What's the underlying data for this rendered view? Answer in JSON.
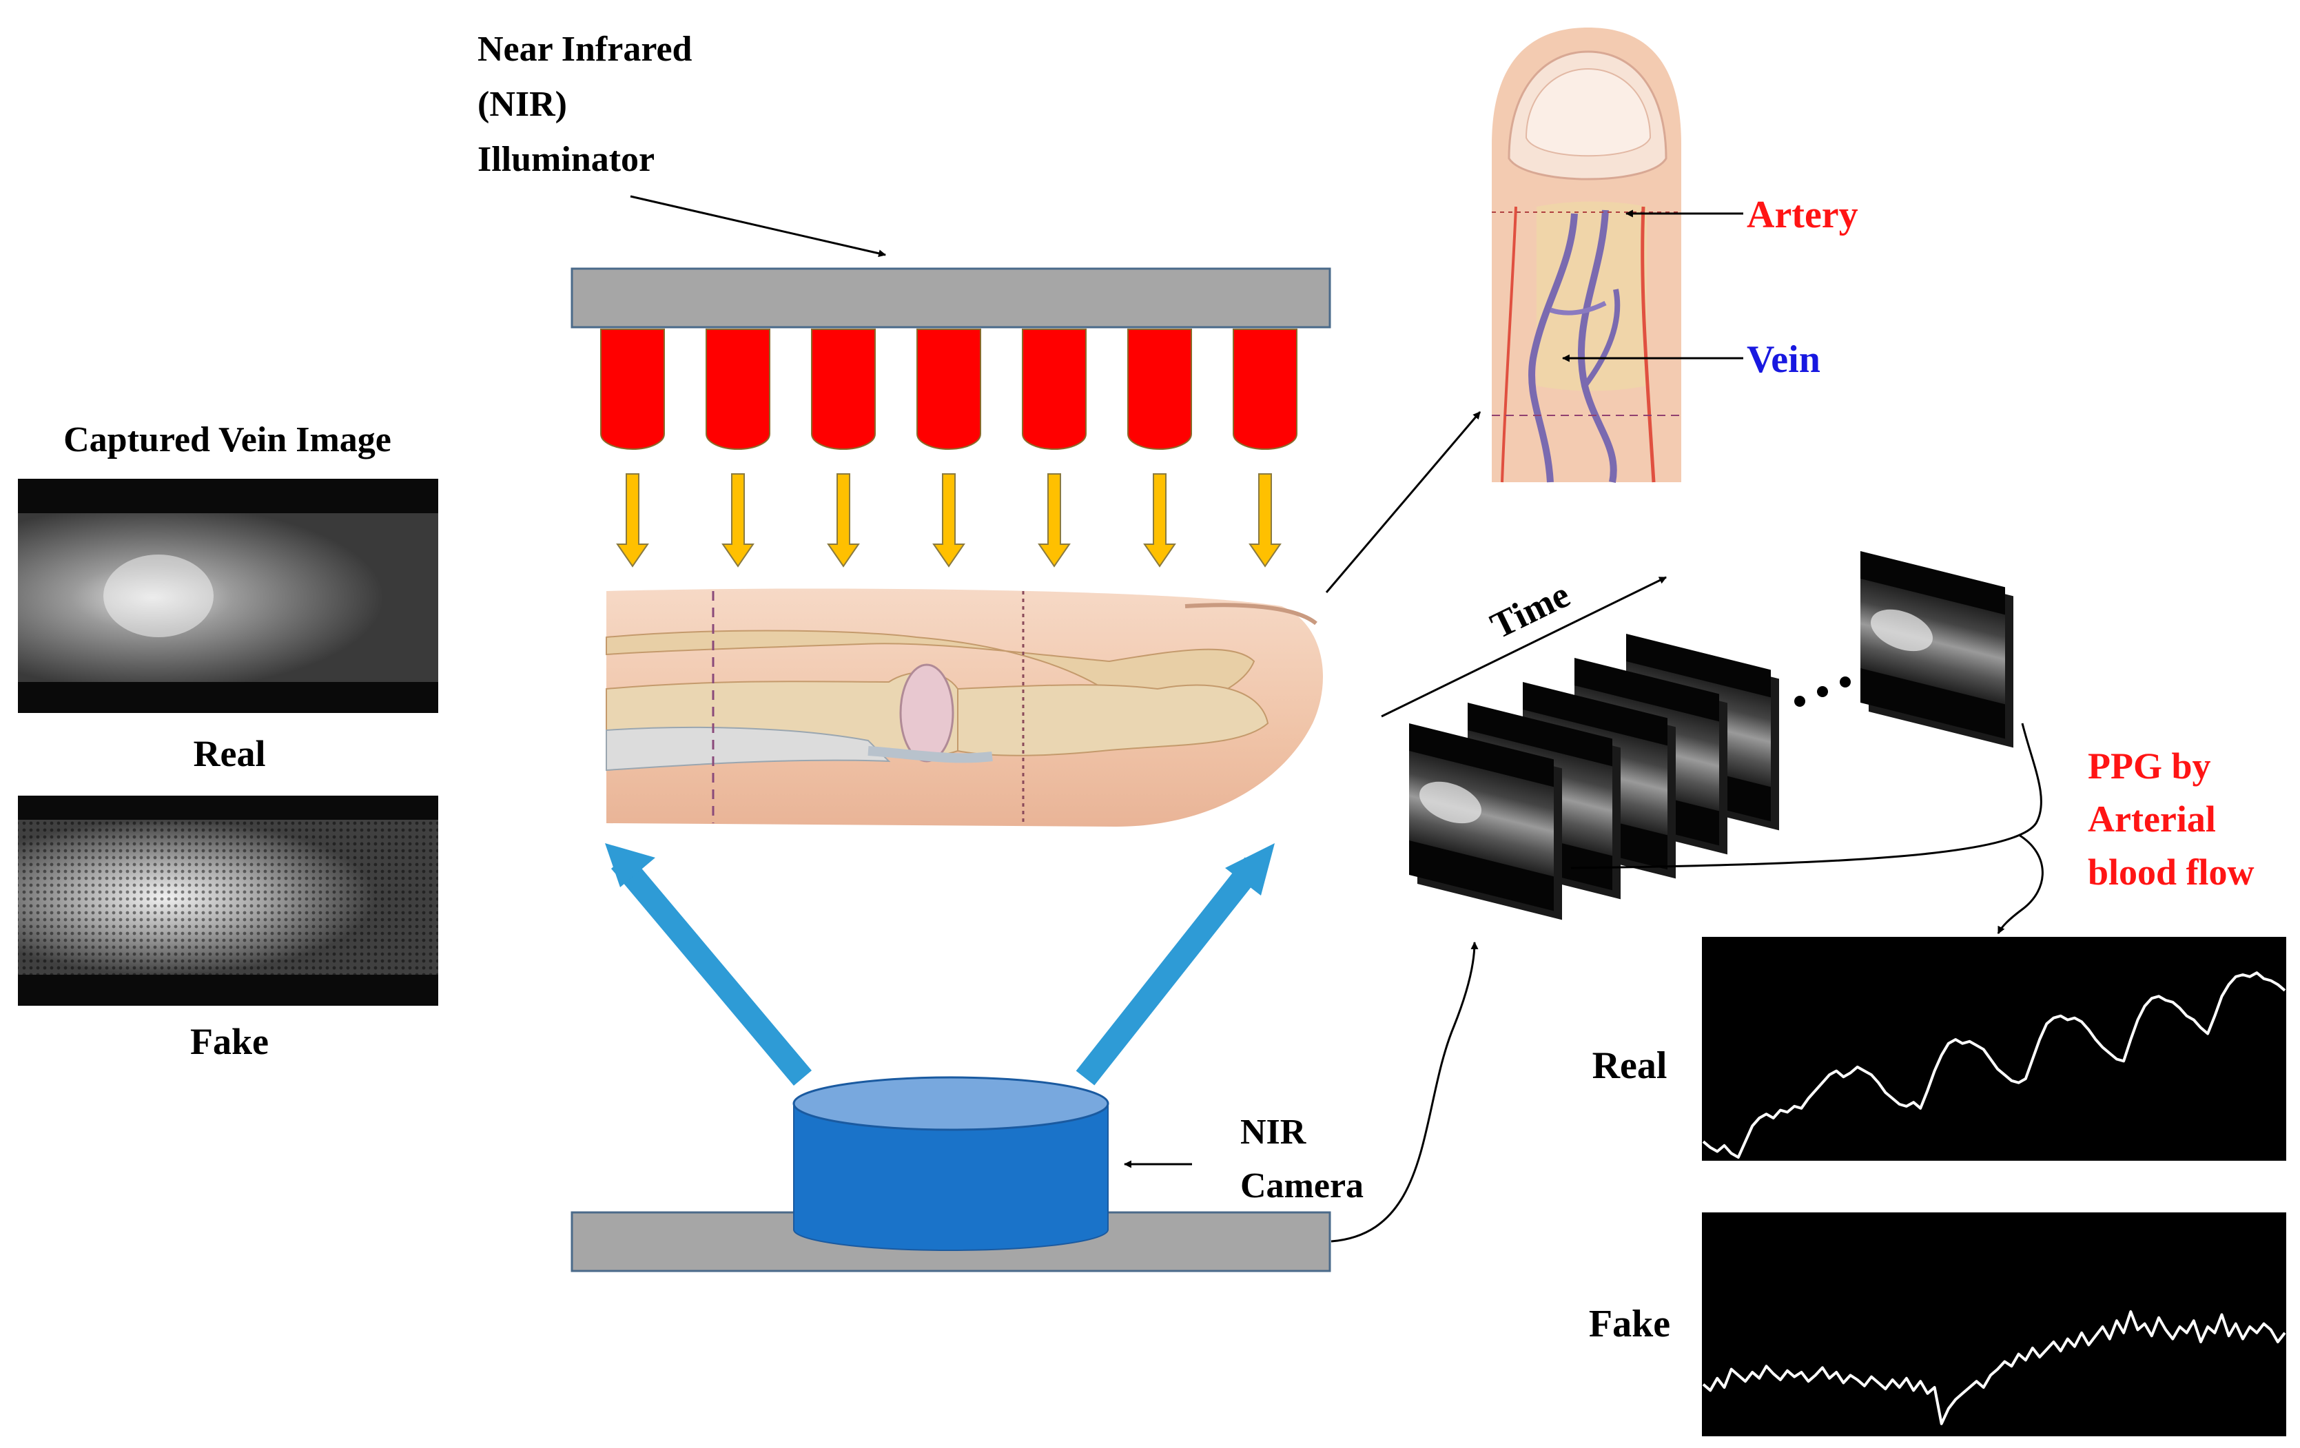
{
  "labels": {
    "illuminator": [
      "Near Infrared",
      "(NIR)",
      "Illuminator"
    ],
    "captured_title": "Captured Vein Image",
    "real_left": "Real",
    "fake_left": "Fake",
    "artery": "Artery",
    "vein": "Vein",
    "time": "Time",
    "ppg": [
      "PPG by",
      "Arterial",
      "blood flow"
    ],
    "camera": [
      "NIR",
      "Camera"
    ],
    "real_right": "Real",
    "fake_right": "Fake"
  },
  "colors": {
    "led": "#ff0000",
    "down_arrow": "#ffc000",
    "light_arrow": "#2e9bd6",
    "camera": "#1a73c9",
    "panel": "#a6a6a6",
    "artery_text": "#ff1414",
    "vein_text": "#1818e0"
  },
  "icons": {
    "finger_side": "finger-cross-section-illustration",
    "finger_top": "finger-vessel-anatomy-illustration",
    "vein_real": "real-vein-image",
    "vein_fake": "fake-vein-image"
  },
  "signals": {
    "real": [
      0.08,
      0.05,
      0.03,
      0.06,
      0.02,
      0.0,
      0.08,
      0.16,
      0.2,
      0.22,
      0.2,
      0.24,
      0.23,
      0.26,
      0.25,
      0.3,
      0.34,
      0.38,
      0.42,
      0.44,
      0.41,
      0.43,
      0.46,
      0.44,
      0.42,
      0.38,
      0.33,
      0.3,
      0.27,
      0.26,
      0.28,
      0.25,
      0.34,
      0.44,
      0.52,
      0.58,
      0.6,
      0.58,
      0.59,
      0.57,
      0.55,
      0.5,
      0.45,
      0.42,
      0.39,
      0.38,
      0.4,
      0.5,
      0.6,
      0.68,
      0.71,
      0.72,
      0.7,
      0.71,
      0.69,
      0.65,
      0.6,
      0.56,
      0.53,
      0.5,
      0.49,
      0.6,
      0.7,
      0.77,
      0.81,
      0.82,
      0.8,
      0.79,
      0.76,
      0.72,
      0.7,
      0.66,
      0.63,
      0.72,
      0.82,
      0.88,
      0.92,
      0.93,
      0.92,
      0.94,
      0.91,
      0.9,
      0.88,
      0.85
    ],
    "fake": [
      0.32,
      0.28,
      0.36,
      0.3,
      0.42,
      0.38,
      0.34,
      0.4,
      0.36,
      0.44,
      0.39,
      0.35,
      0.41,
      0.37,
      0.4,
      0.34,
      0.38,
      0.43,
      0.36,
      0.4,
      0.33,
      0.38,
      0.35,
      0.31,
      0.37,
      0.33,
      0.29,
      0.35,
      0.3,
      0.36,
      0.28,
      0.34,
      0.26,
      0.3,
      0.06,
      0.16,
      0.22,
      0.26,
      0.3,
      0.34,
      0.3,
      0.38,
      0.42,
      0.47,
      0.44,
      0.52,
      0.48,
      0.56,
      0.5,
      0.55,
      0.6,
      0.54,
      0.62,
      0.57,
      0.66,
      0.58,
      0.64,
      0.7,
      0.62,
      0.74,
      0.66,
      0.8,
      0.68,
      0.72,
      0.64,
      0.76,
      0.68,
      0.62,
      0.7,
      0.66,
      0.74,
      0.6,
      0.7,
      0.66,
      0.78,
      0.64,
      0.72,
      0.62,
      0.7,
      0.66,
      0.72,
      0.68,
      0.6,
      0.66
    ]
  }
}
